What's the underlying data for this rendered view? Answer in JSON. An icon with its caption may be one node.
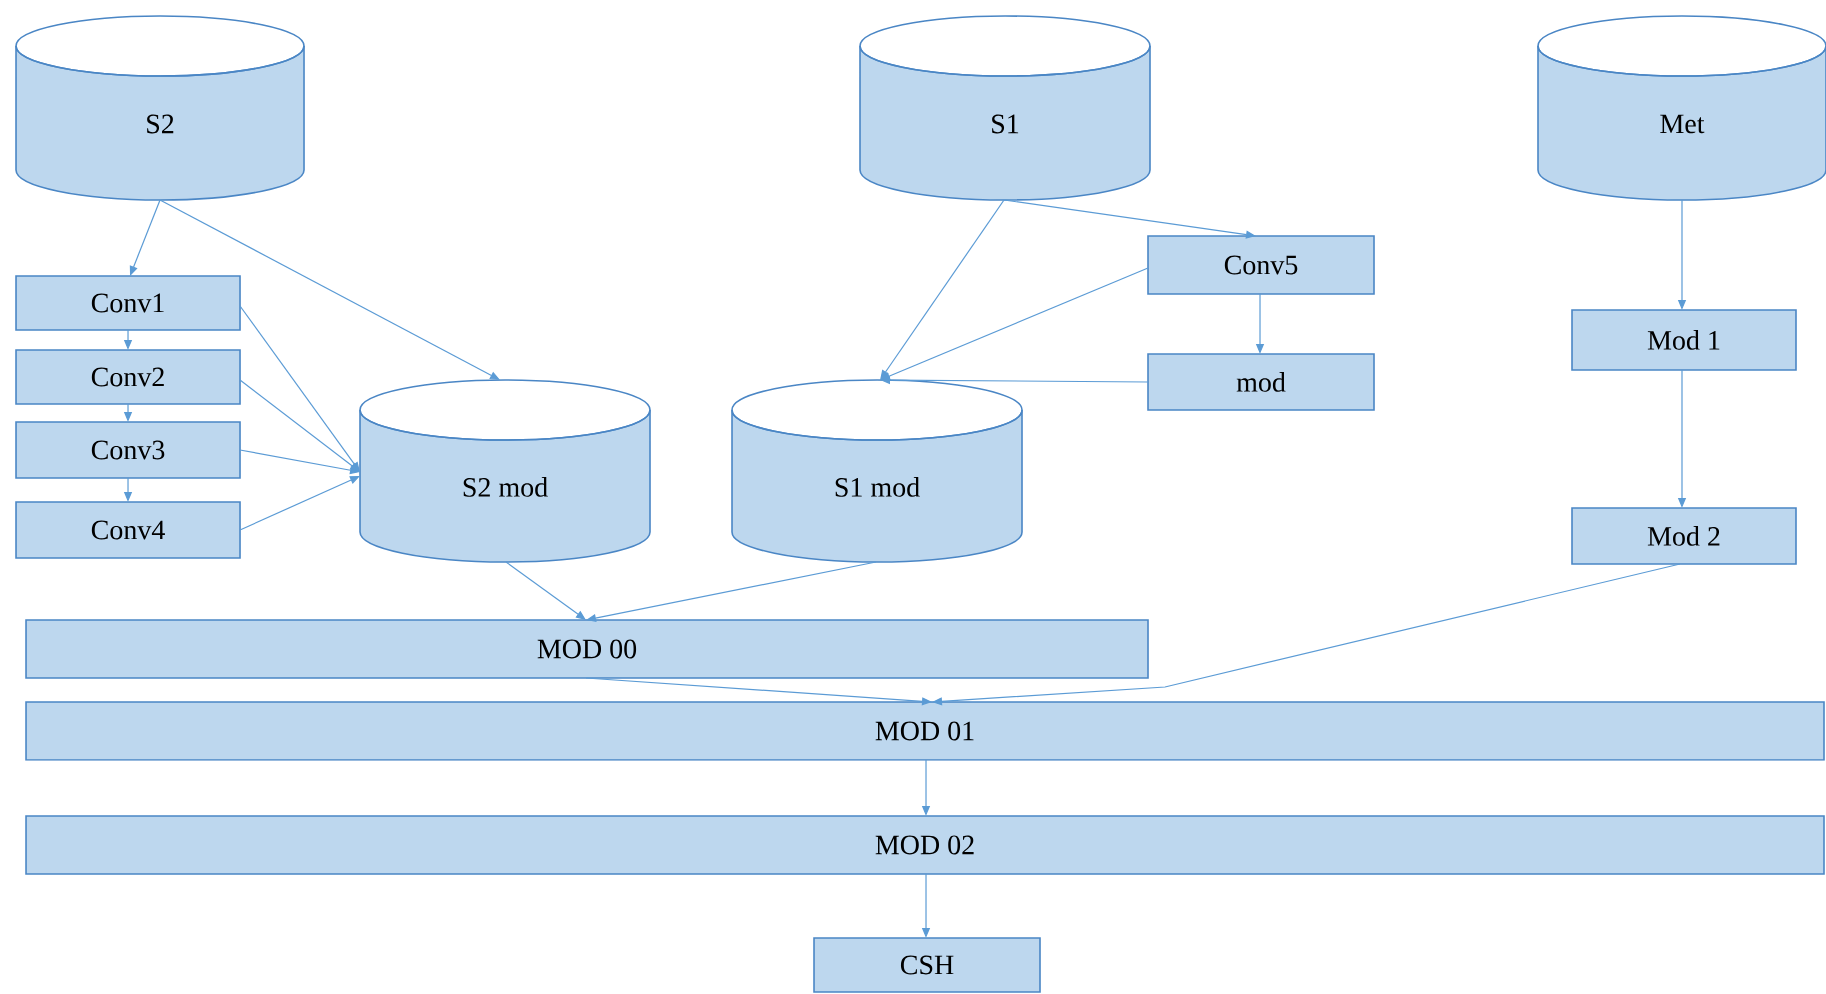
{
  "diagram": {
    "nodes": [
      {
        "text": [
          "S2"
        ]
      },
      {
        "text": [
          "S1"
        ]
      },
      {
        "text": [
          "Met"
        ]
      },
      {
        "text": [
          "Conv1"
        ]
      },
      {
        "text": [
          "Conv2"
        ]
      },
      {
        "text": [
          "Conv3"
        ]
      },
      {
        "text": [
          "Conv4"
        ]
      },
      {
        "text": [
          "S2 mod"
        ]
      },
      {
        "text": [
          "Conv5"
        ]
      },
      {
        "text": [
          "mod"
        ]
      },
      {
        "text": [
          "S1 mod"
        ]
      },
      {
        "text": [
          "Mod 1"
        ]
      },
      {
        "text": [
          "Mod 2"
        ]
      },
      {
        "text": [
          "MOD 00"
        ]
      },
      {
        "text": [
          "MOD 01"
        ]
      },
      {
        "text": [
          "MOD 02"
        ]
      },
      {
        "text": [
          "CSH"
        ]
      }
    ],
    "edges": [
      {
        "from": 0,
        "to": 3,
        "arrow": "to"
      },
      {
        "from": 0,
        "to": 7,
        "arrow": "to"
      },
      {
        "from": 3,
        "to": 4,
        "arrow": "to"
      },
      {
        "from": 4,
        "to": 5,
        "arrow": "to"
      },
      {
        "from": 5,
        "to": 6,
        "arrow": "to"
      },
      {
        "from": 3,
        "to": 7,
        "arrow": "to"
      },
      {
        "from": 4,
        "to": 7,
        "arrow": "to"
      },
      {
        "from": 5,
        "to": 7,
        "arrow": "to"
      },
      {
        "from": 6,
        "to": 7,
        "arrow": "to"
      },
      {
        "from": 1,
        "to": 8,
        "arrow": "to"
      },
      {
        "from": 1,
        "to": 10,
        "arrow": "to"
      },
      {
        "from": 8,
        "to": 9,
        "arrow": "to"
      },
      {
        "from": 8,
        "to": 10,
        "arrow": "to"
      },
      {
        "from": 9,
        "to": 10,
        "arrow": "to"
      },
      {
        "from": 2,
        "to": 11,
        "arrow": "to"
      },
      {
        "from": 11,
        "to": 12,
        "arrow": "to"
      },
      {
        "from": 7,
        "to": 13,
        "arrow": "to"
      },
      {
        "from": 10,
        "to": 13,
        "arrow": "to"
      },
      {
        "from": 13,
        "to": 14,
        "arrow": "to"
      },
      {
        "from": 12,
        "to": 14,
        "arrow": "to"
      },
      {
        "from": 14,
        "to": 15,
        "arrow": "to"
      },
      {
        "from": 15,
        "to": 16,
        "arrow": "to"
      }
    ]
  }
}
